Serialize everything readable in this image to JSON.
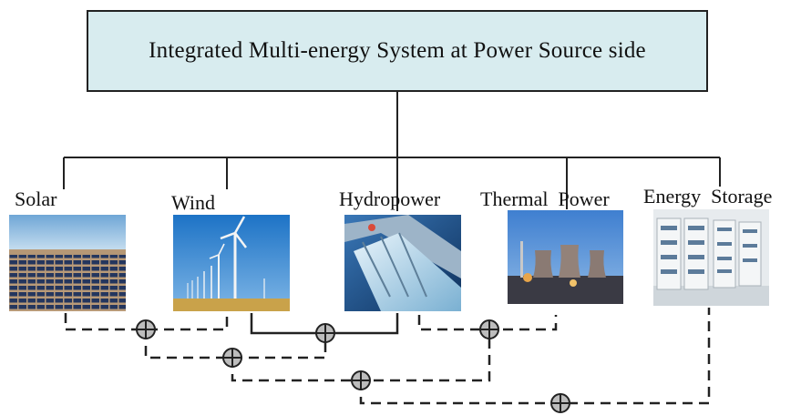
{
  "title": "Integrated Multi-energy System at Power Source side",
  "sources": [
    {
      "id": "solar",
      "label": "Solar"
    },
    {
      "id": "wind",
      "label": "Wind"
    },
    {
      "id": "hydro",
      "label": "Hydropower"
    },
    {
      "id": "thermal",
      "label": "Thermal  Power"
    },
    {
      "id": "storage",
      "label": "Energy  Storage"
    }
  ],
  "colors": {
    "title_fill": "#d8ecef",
    "line": "#222222"
  }
}
